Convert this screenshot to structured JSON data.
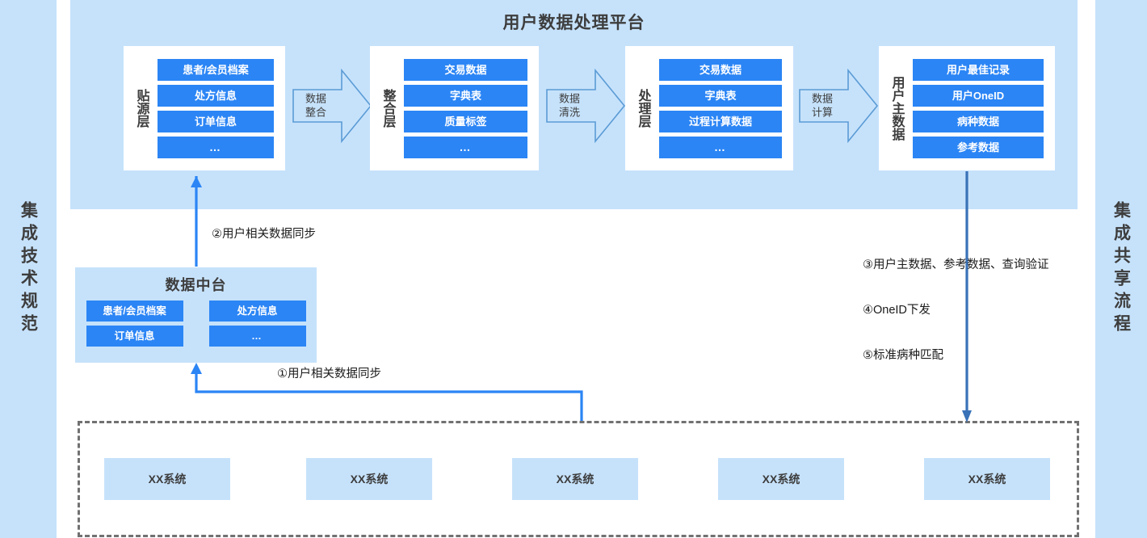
{
  "rails": {
    "left": {
      "label": "集成技术规范"
    },
    "right": {
      "label": "集成共享流程"
    }
  },
  "platform": {
    "title": "用户数据处理平台",
    "layers": [
      {
        "name": "贴源层",
        "items": [
          "患者/会员档案",
          "处方信息",
          "订单信息",
          "…"
        ]
      },
      {
        "name": "整合层",
        "items": [
          "交易数据",
          "字典表",
          "质量标签",
          "…"
        ]
      },
      {
        "name": "处理层",
        "items": [
          "交易数据",
          "字典表",
          "过程计算数据",
          "…"
        ]
      },
      {
        "name": "用户主数据",
        "items": [
          "用户最佳记录",
          "用户OneID",
          "病种数据",
          "参考数据"
        ]
      }
    ],
    "arrows": [
      {
        "line1": "数据",
        "line2": "整合"
      },
      {
        "line1": "数据",
        "line2": "清洗"
      },
      {
        "line1": "数据",
        "line2": "计算"
      }
    ]
  },
  "data_middle_platform": {
    "title": "数据中台",
    "items": [
      "患者/会员档案",
      "处方信息",
      "订单信息",
      "…"
    ]
  },
  "systems": {
    "boxes": [
      "XX系统",
      "XX系统",
      "XX系统",
      "XX系统",
      "XX系统"
    ]
  },
  "notes": {
    "n1": "①用户相关数据同步",
    "n2": "②用户相关数据同步",
    "n3": "③用户主数据、参考数据、查询验证",
    "n4": "④OneID下发",
    "n5": "⑤标准病种匹配"
  },
  "colors": {
    "panel_blue": "#c6e2fb",
    "chip_blue": "#2b85f5",
    "connector_blue": "#2b85f5",
    "dashed_gray": "#717171",
    "text_dark": "#3d3d3d"
  }
}
